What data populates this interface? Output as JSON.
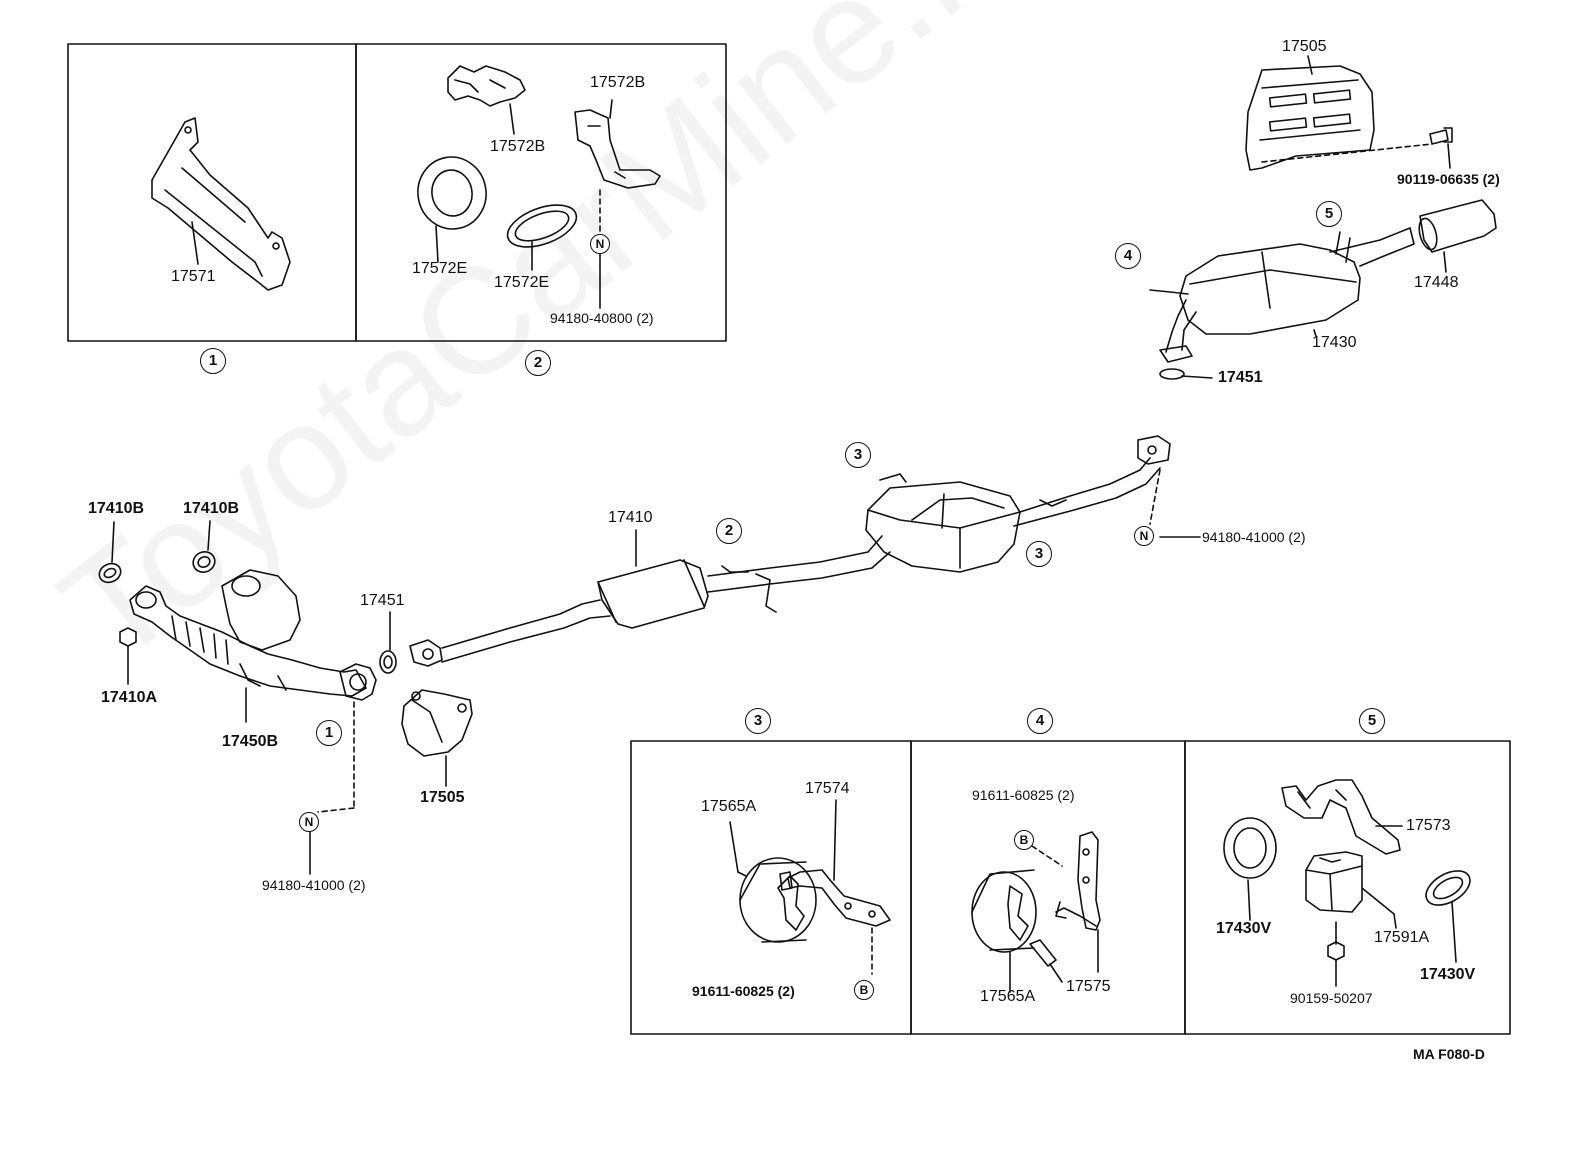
{
  "watermark": "ToyotaCarMine.ru",
  "code": "MA  F080-D",
  "labels": {
    "p17571": "17571",
    "p17572B_a": "17572B",
    "p17572B_b": "17572B",
    "p17572E_a": "17572E",
    "p17572E_b": "17572E",
    "p94180_40800": "94180-40800 (2)",
    "p17505_top": "17505",
    "p90119": "90119-06635 (2)",
    "p17448": "17448",
    "p17430": "17430",
    "p17451_top": "17451",
    "p17410B_a": "17410B",
    "p17410B_b": "17410B",
    "p17410A": "17410A",
    "p17450B": "17450B",
    "p17451_mid": "17451",
    "p17410": "17410",
    "p94180_41000_right": "94180-41000 (2)",
    "p17505_mid": "17505",
    "p94180_41000_left": "94180-41000 (2)",
    "p17565A_a": "17565A",
    "p17574": "17574",
    "p91611_a": "91611-60825 (2)",
    "p91611_b": "91611-60825 (2)",
    "p17565A_b": "17565A",
    "p17575": "17575",
    "p17573": "17573",
    "p17430V_a": "17430V",
    "p17591A": "17591A",
    "p17430V_b": "17430V",
    "p90159": "90159-50207"
  },
  "markers": {
    "c1": "1",
    "c2": "2",
    "c3": "3",
    "c4": "4",
    "c5": "5",
    "N": "N",
    "B": "B"
  }
}
